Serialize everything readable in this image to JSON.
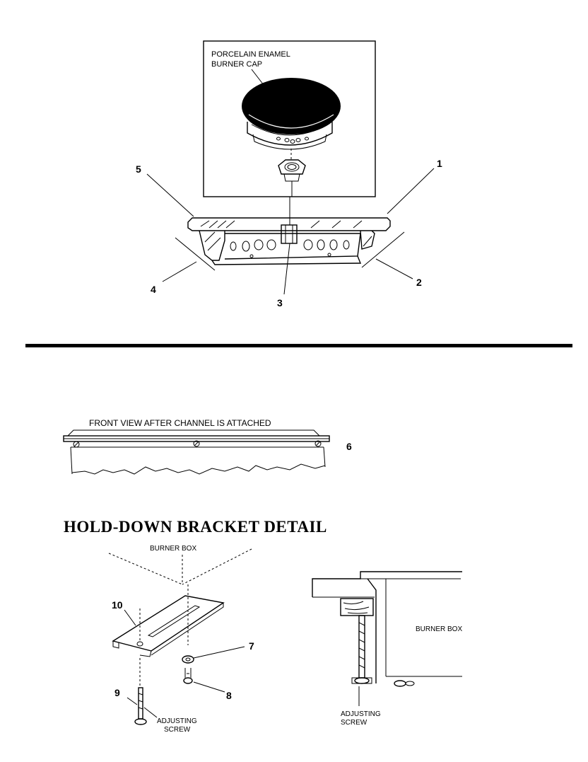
{
  "burner_inset": {
    "cap_label_line1": "PORCELAIN ENAMEL",
    "cap_label_line2": "BURNER CAP"
  },
  "burner_parts": {
    "callout_1": "1",
    "callout_2": "2",
    "callout_3": "3",
    "callout_4": "4",
    "callout_5": "5"
  },
  "front_view": {
    "caption": "FRONT VIEW AFTER CHANNEL IS ATTACHED",
    "callout_6": "6"
  },
  "hold_down": {
    "title": "HOLD-DOWN BRACKET DETAIL",
    "burner_box_label_left": "BURNER BOX",
    "burner_box_label_right": "BURNER BOX",
    "callout_7": "7",
    "callout_8": "8",
    "callout_9": "9",
    "callout_10": "10",
    "adjusting_screw_left_line1": "ADJUSTING",
    "adjusting_screw_left_line2": "SCREW",
    "adjusting_screw_right_line1": "ADJUSTING",
    "adjusting_screw_right_line2": "SCREW"
  },
  "colors": {
    "ink": "#000000",
    "paper": "#ffffff"
  }
}
